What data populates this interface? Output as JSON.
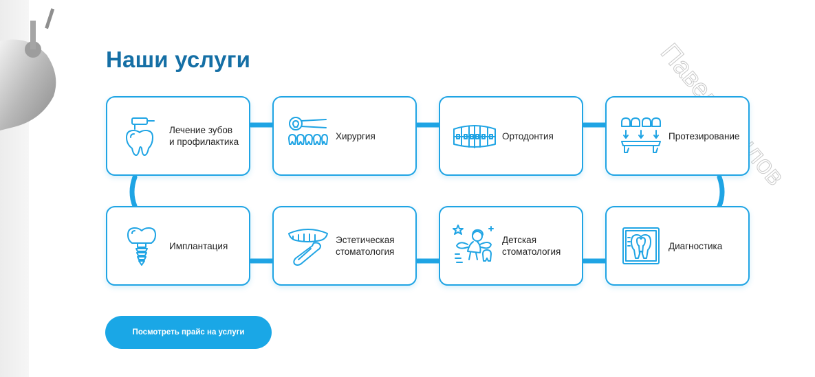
{
  "section": {
    "title": "Наши услуги"
  },
  "watermark": "Павел Крылов",
  "services": [
    {
      "label": "Лечение зубов\nи профилактика",
      "icon": "tooth-drill-icon"
    },
    {
      "label": "Хирургия",
      "icon": "tooth-extraction-icon"
    },
    {
      "label": "Ортодонтия",
      "icon": "braces-icon"
    },
    {
      "label": "Протезирование",
      "icon": "denture-icon"
    },
    {
      "label": "Имплантация",
      "icon": "dental-implant-icon"
    },
    {
      "label": "Эстетическая\nстоматология",
      "icon": "veneer-icon"
    },
    {
      "label": "Детская\nстоматология",
      "icon": "tooth-fairy-icon"
    },
    {
      "label": "Диагностика",
      "icon": "xray-icon"
    }
  ],
  "cta": {
    "label": "Посмотреть прайс на услуги"
  },
  "colors": {
    "accent": "#1fa4e4",
    "title": "#156fa5",
    "button": "#1aa7e6"
  }
}
